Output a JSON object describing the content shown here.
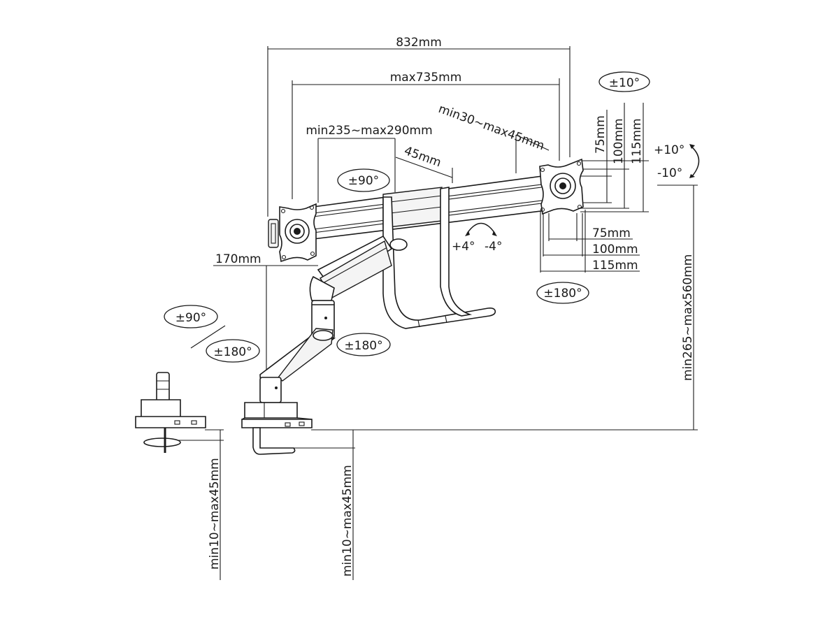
{
  "diagram": {
    "subject": "Dual monitor arm dimension drawing",
    "line_color": "#1a1a1a",
    "background": "#ffffff",
    "dimensions": {
      "overall_width": "832mm",
      "bar_span": "max735mm",
      "arm_extension": "min235~max290mm",
      "vesa_offset": "min30~max45mm",
      "handle_offset": "45mm",
      "pole_offset": "170mm",
      "vesa_vertical": [
        "75mm",
        "100mm",
        "115mm"
      ],
      "vesa_horizontal": [
        "75mm",
        "100mm",
        "115mm"
      ],
      "height_range": "min265~max560mm",
      "desk_thickness_grommet": "min10~max45mm",
      "desk_thickness_clamp": "min10~max45mm"
    },
    "rotations": {
      "top_right_swivel": "±10°",
      "tilt_up": "+10°",
      "tilt_down": "-10°",
      "bar_rotation": "±90°",
      "handle_tilt_plus": "+4°",
      "handle_tilt_minus": "-4°",
      "vesa_rotation": "±180°",
      "base_rotation_90": "±90°",
      "base_rotation_180": "±180°",
      "arm_rotation": "±180°"
    }
  }
}
